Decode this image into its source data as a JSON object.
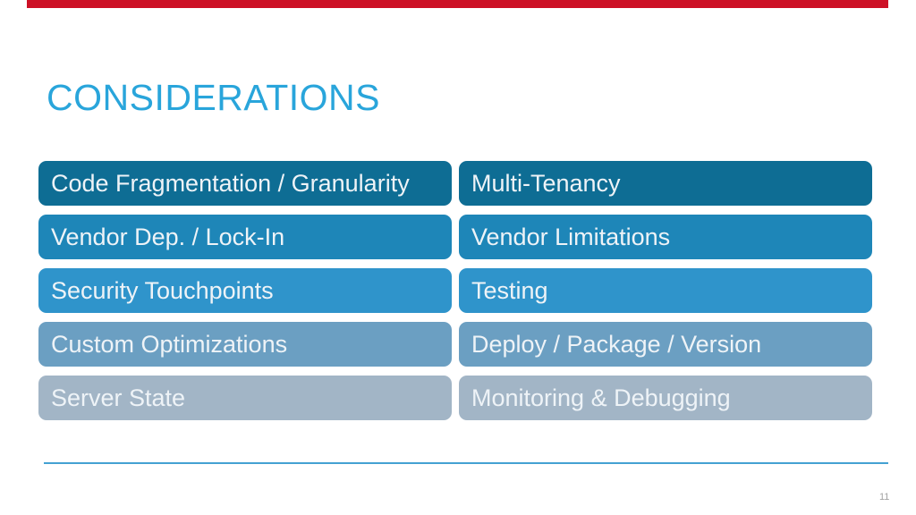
{
  "slide": {
    "title": "CONSIDERATIONS",
    "page_number": "11",
    "colors": {
      "accent_bar": "#cd1126",
      "title": "#29a5db",
      "divider": "#44a1d2",
      "box_text": "#eef3f7",
      "page_number": "#a3a3a3"
    },
    "rows": [
      {
        "left": "Code Fragmentation / Granularity",
        "right": "Multi-Tenancy",
        "color": "#0e6d94"
      },
      {
        "left": "Vendor Dep. / Lock-In",
        "right": "Vendor Limitations",
        "color": "#1e86b8"
      },
      {
        "left": "Security Touchpoints",
        "right": "Testing",
        "color": "#2f94cb"
      },
      {
        "left": "Custom Optimizations",
        "right": "Deploy / Package / Version",
        "color": "#6b9fc2"
      },
      {
        "left": "Server State",
        "right": "Monitoring & Debugging",
        "color": "#a2b5c6"
      }
    ]
  }
}
